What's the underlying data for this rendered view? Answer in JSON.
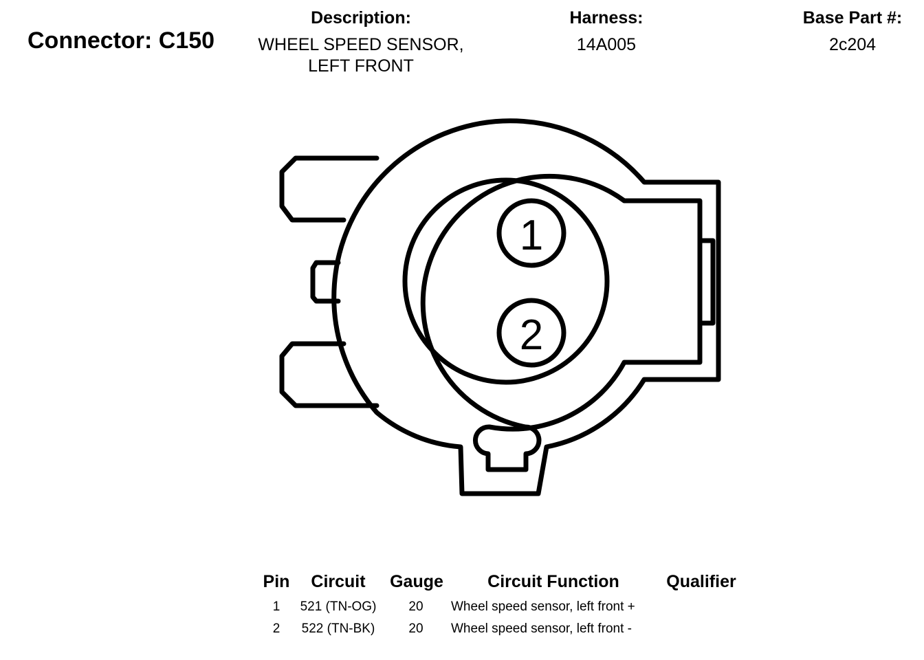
{
  "connector": {
    "title": "Connector: C150"
  },
  "description": {
    "label": "Description:",
    "line1": "WHEEL SPEED SENSOR,",
    "line2": "LEFT FRONT"
  },
  "harness": {
    "label": "Harness:",
    "value": "14A005"
  },
  "base_part": {
    "label": "Base Part #:",
    "value": "2c204"
  },
  "diagram": {
    "pins": [
      "1",
      "2"
    ]
  },
  "table": {
    "headers": {
      "pin": "Pin",
      "circuit": "Circuit",
      "gauge": "Gauge",
      "function": "Circuit Function",
      "qualifier": "Qualifier"
    },
    "rows": [
      {
        "pin": "1",
        "circuit": "521 (TN-OG)",
        "gauge": "20",
        "function": "Wheel speed sensor, left front +",
        "qualifier": ""
      },
      {
        "pin": "2",
        "circuit": "522 (TN-BK)",
        "gauge": "20",
        "function": "Wheel speed sensor, left front -",
        "qualifier": ""
      }
    ]
  }
}
